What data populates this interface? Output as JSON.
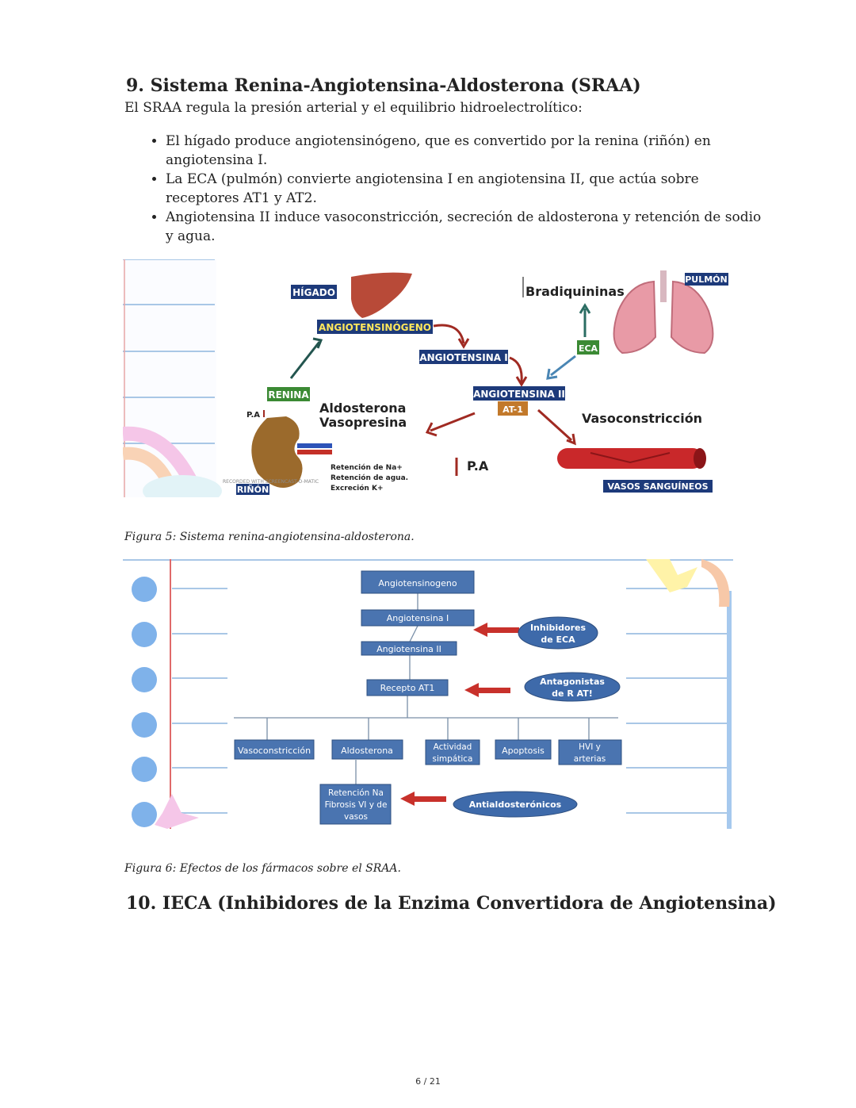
{
  "section9": {
    "heading": "9. Sistema Renina-Angiotensina-Aldosterona (SRAA)",
    "intro": "El SRAA regula la presión arterial y el equilibrio hidroelectrolítico:",
    "bullets": [
      "El hígado produce angiotensinógeno, que es convertido por la renina (riñón) en angiotensina I.",
      "La ECA (pulmón) convierte angiotensina I en angiotensina II, que actúa sobre receptores AT1 y AT2.",
      "Angiotensina II induce vasoconstricción, secreción de aldosterona y retención de sodio y agua."
    ]
  },
  "figure5": {
    "caption": "Figura 5: Sistema renina-angiotensina-aldosterona.",
    "labels": {
      "higado": "HÍGADO",
      "angiotensinogeno": "ANGIOTENSINÓGENO",
      "angiotensina1": "ANGIOTENSINA I",
      "angiotensina2": "ANGIOTENSINA II",
      "at1": "AT-1",
      "renina": "RENINA",
      "pa_down": "P.A",
      "aldosterona": "Aldosterona",
      "vasopresina": "Vasopresina",
      "bradiquininas": "Bradiquininas",
      "pulmon": "PULMÓN",
      "eca": "ECA",
      "vasoconstriccion": "Vasoconstricción",
      "pa_up": "P.A",
      "retencion_na": "Retención de Na+",
      "retencion_agua": "Retención de agua.",
      "excrecion_k": "Excreción K+",
      "rinon": "RIÑÓN",
      "vasos": "VASOS SANGUÍNEOS",
      "watermark": "RECORDED WITH SCREENCAST-O-MATIC"
    }
  },
  "figure6": {
    "caption": "Figura 6: Efectos de los fármacos sobre el SRAA.",
    "boxes": {
      "angiotensinogeno": "Angiotensinogeno",
      "angiotensina1": "Angiotensina I",
      "angiotensina2": "Angiotensina II",
      "receptor": "Recepto AT1",
      "vasoconstriccion": "Vasoconstricción",
      "aldosterona": "Aldosterona",
      "actividad_1": "Actividad",
      "actividad_2": "simpática",
      "apoptosis": "Apoptosis",
      "hvi_1": "HVI y",
      "hvi_2": "arterias",
      "retencion_1": "Retención Na",
      "retencion_2": "Fibrosis VI y de",
      "retencion_3": "vasos"
    },
    "drugs": {
      "ieca_1": "Inhibidores",
      "ieca_2": "de ECA",
      "ara_1": "Antagonistas",
      "ara_2": "de R AT!",
      "antialdo": "Antialdosterónicos"
    }
  },
  "section10": {
    "heading": "10. IECA (Inhibidores de la Enzima Convertidora de Angiotensina)"
  },
  "footer": {
    "page": "6 / 21"
  },
  "colors": {
    "navy_label": "#1d3a7a",
    "flow_box": "#4a74b0",
    "green_label": "#3b8a34",
    "arrow_red": "#b5302a",
    "drug_oval": "#3e6aaa"
  }
}
